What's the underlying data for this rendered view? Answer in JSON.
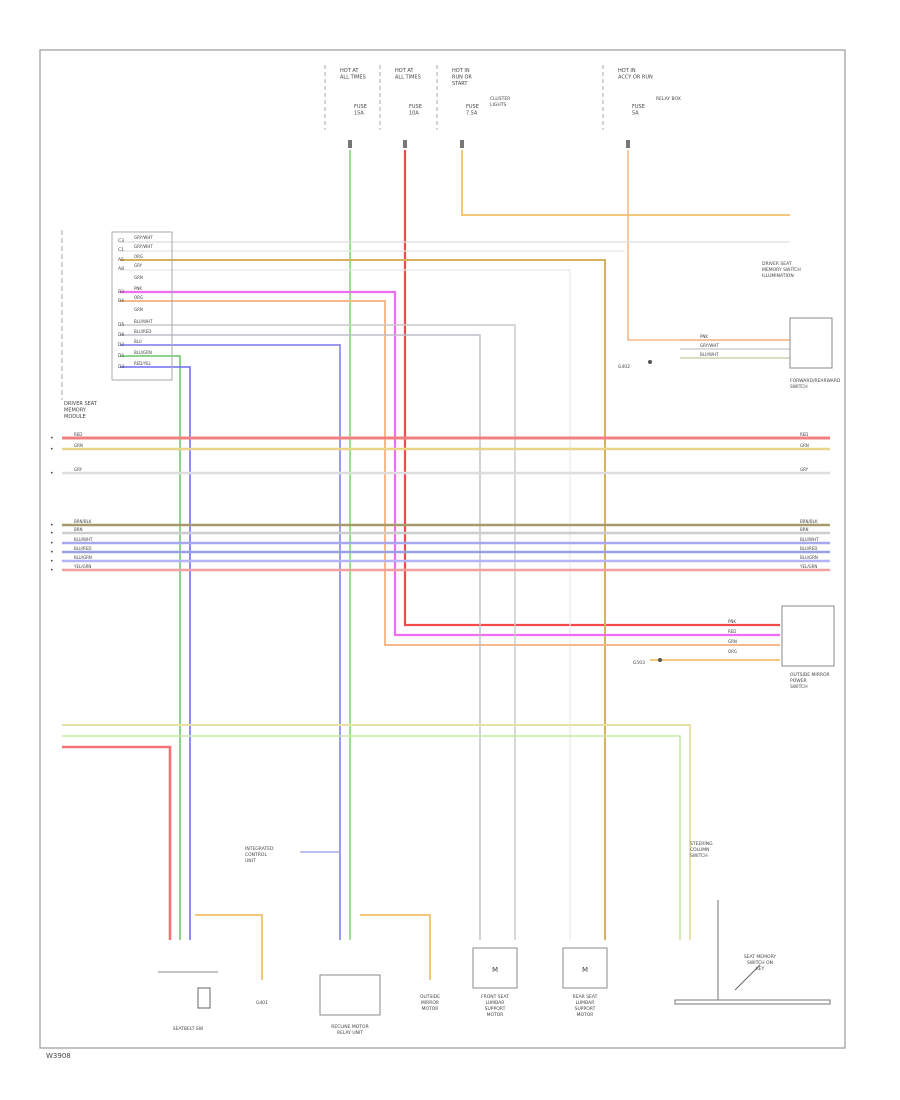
{
  "diagram": {
    "title": "",
    "footer_code": "W3908",
    "top_sources": [
      {
        "id": "hot1",
        "lines": [
          "HOT AT",
          "ALL TIMES"
        ],
        "fuse": [
          "FUSE",
          "15A"
        ],
        "wire_color": "#9be08f"
      },
      {
        "id": "hot2",
        "lines": [
          "HOT AT",
          "ALL TIMES"
        ],
        "fuse": [
          "FUSE",
          "10A"
        ],
        "wire_color": "#f27070"
      },
      {
        "id": "hot3",
        "lines": [
          "HOT IN",
          "RUN OR",
          "START"
        ],
        "fuse": [
          "FUSE",
          "7.5A"
        ],
        "note": [
          "CLUSTER",
          "LIGHTS"
        ],
        "wire_color": "#f3c77d"
      },
      {
        "id": "hot4",
        "lines": [
          "HOT IN",
          "ACCY OR RUN"
        ],
        "fuse": [
          "FUSE",
          "5A"
        ],
        "note": [
          "RELAY BOX"
        ],
        "wire_color": "#f7b98b"
      }
    ],
    "module_label": [
      "DRIVER SEAT",
      "MEMORY",
      "MODULE"
    ],
    "module_pins": [
      {
        "pin": "C3",
        "color": "GRY/WHT"
      },
      {
        "pin": "C1",
        "color": "GRY/WHT"
      },
      {
        "pin": "A5",
        "color": "ORG"
      },
      {
        "pin": "A8",
        "color": "GRY"
      },
      {
        "pin": "",
        "color": "GRN"
      },
      {
        "pin": "B3",
        "color": "PNK"
      },
      {
        "pin": "B4",
        "color": "ORG"
      },
      {
        "pin": "",
        "color": "GRN"
      },
      {
        "pin": "D5",
        "color": "BLU/WHT"
      },
      {
        "pin": "D6",
        "color": "BLU/RED"
      },
      {
        "pin": "D2",
        "color": "BLU"
      },
      {
        "pin": "D1",
        "color": "BLU/GRN"
      },
      {
        "pin": "D3",
        "color": "RED/YEL"
      }
    ],
    "bus_rows": [
      {
        "id": "b1",
        "label_left": "RED",
        "label_right": "RED",
        "color": "#f28080"
      },
      {
        "id": "b2",
        "label_left": "GRN",
        "label_right": "GRN",
        "color": "#e8d58a"
      },
      {
        "id": "b3",
        "label_left": "GRY",
        "label_right": "GRY",
        "color": "#dddddd"
      },
      {
        "id": "b4",
        "label_left": "BRN/BLK",
        "label_right": "BRN/BLK",
        "color": "#a79a6a"
      },
      {
        "id": "b5",
        "label_left": "BRN",
        "label_right": "BRN",
        "color": "#cccccc"
      },
      {
        "id": "b6",
        "label_left": "BLU/WHT",
        "label_right": "BLU/WHT",
        "color": "#a8a8f0"
      },
      {
        "id": "b7",
        "label_left": "BLU/RED",
        "label_right": "BLU/RED",
        "color": "#9aa0e6"
      },
      {
        "id": "b8",
        "label_left": "BLU/GRN",
        "label_right": "BLU/GRN",
        "color": "#b5b5ff"
      },
      {
        "id": "b9",
        "label_left": "YEL/GRN",
        "label_right": "YEL/GRN",
        "color": "#f2a0a0"
      }
    ],
    "right_components": [
      {
        "id": "illum",
        "lines": [
          "DRIVER SEAT",
          "MEMORY SWITCH",
          "ILLUMINATION"
        ]
      },
      {
        "id": "fwd_switch",
        "lines": [
          "FORWARD/REARWARD",
          "SWITCH"
        ],
        "wires": [
          "PNK",
          "GRY/WHT",
          "BLU/WHT"
        ]
      },
      {
        "id": "outside_mirror",
        "lines": [
          "OUTSIDE MIRROR",
          "POWER",
          "SWITCH"
        ],
        "wires": [
          "PNK",
          "RED",
          "GRN",
          "ORG"
        ]
      },
      {
        "id": "steering",
        "lines": [
          "STEERING",
          "COLUMN",
          "SWITCH"
        ]
      }
    ],
    "bottom_components": [
      {
        "id": "seatbelt",
        "lines": [
          "SEATBELT SW"
        ]
      },
      {
        "id": "recline_motor",
        "lines": [
          "RECLINE MOTOR",
          "RELAY UNIT"
        ]
      },
      {
        "id": "mirror_motor",
        "lines": [
          "OUTSIDE",
          "MIRROR",
          "MOTOR"
        ]
      },
      {
        "id": "lumbar1",
        "lines": [
          "FRONT SEAT",
          "LUMBAR",
          "SUPPORT",
          "MOTOR"
        ],
        "tag": "M"
      },
      {
        "id": "lumbar2",
        "lines": [
          "REAR SEAT",
          "LUMBAR",
          "SUPPORT",
          "MOTOR"
        ],
        "tag": "M"
      },
      {
        "id": "park_switch",
        "lines": [
          "SEAT MEMORY",
          "SWITCH ON",
          "KEY"
        ]
      }
    ],
    "ground_labels": [
      "G401",
      "G402",
      "G503"
    ],
    "misc_labels": [
      "INTEGRATED",
      "CONTROL",
      "UNIT"
    ]
  }
}
